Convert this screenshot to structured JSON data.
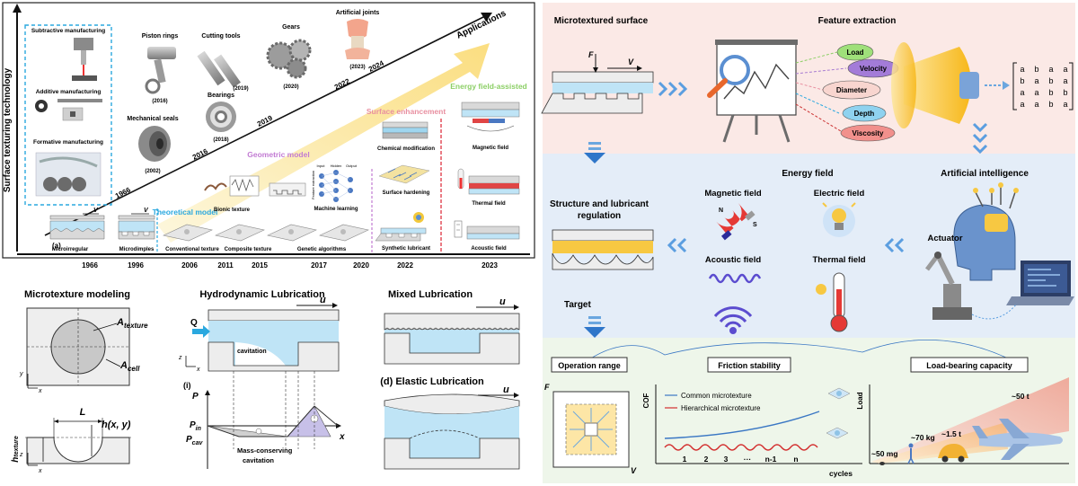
{
  "timeline": {
    "axis_title": "Surface texturing technology",
    "applications_label": "Applications",
    "panel_label": "(a)",
    "manufacturing": [
      "Subtractive manufacturing",
      "Additive manufacturing",
      "Formative manufacturing"
    ],
    "applications": [
      {
        "name": "Piston rings",
        "year": "(2016)"
      },
      {
        "name": "Mechanical seals",
        "year": "(2002)"
      },
      {
        "name": "Cutting tools",
        "year": "(2019)"
      },
      {
        "name": "Bearings",
        "year": "(2018)"
      },
      {
        "name": "Gears",
        "year": "(2020)"
      },
      {
        "name": "Artificial joints",
        "year": "(2023)"
      }
    ],
    "diag_years": [
      "1966",
      "2016",
      "2019",
      "2022",
      "2024"
    ],
    "stages": [
      "Theoretical model",
      "Geometric model",
      "Surface enhancement",
      "Energy field-assisted"
    ],
    "items": [
      "Microirregular",
      "Microdimples",
      "Conventional texture",
      "Composite texture",
      "Genetic algorithms",
      "Synthetic lubricant",
      "Acoustic field",
      "Bionic texture",
      "Machine learning",
      "Chemical modification",
      "Surface hardening",
      "Magnetic field",
      "Thermal field"
    ],
    "nn_labels": [
      "Input",
      "Hidden",
      "Output",
      "Feature extraction"
    ],
    "v_label": "V",
    "bottom_years": [
      "1966",
      "1996",
      "2006",
      "2011",
      "2015",
      "2017",
      "2020",
      "2022",
      "2023"
    ]
  },
  "modeling": {
    "title": "Microtexture modeling",
    "a_texture_main": "A",
    "a_texture_sub": "texture",
    "a_cell_main": "A",
    "a_cell_sub": "cell",
    "h_main": "h",
    "h_sub": "texture",
    "L": "L",
    "hxy": "h(x, y)",
    "axes": [
      "y",
      "x",
      "z",
      "x"
    ]
  },
  "hydro": {
    "title": "Hydrodynamic Lubrication",
    "Q": "Q",
    "u": "u",
    "cavitation": "cavitation",
    "panel": "(i)",
    "P": "P",
    "P_in_main": "P",
    "P_in_sub": "in",
    "P_cav_main": "P",
    "P_cav_sub": "cav",
    "x": "x",
    "mass_conserving": [
      "Mass-conserving",
      "cavitation"
    ],
    "axes": [
      "z",
      "x"
    ]
  },
  "mixed": {
    "title": "Mixed Lubrication",
    "u": "u"
  },
  "elastic": {
    "title": "(d) Elastic Lubrication",
    "u": "u"
  },
  "ai": {
    "microtextured_surface": "Microtextured surface",
    "F": "F",
    "V": "V",
    "feature_extraction": "Feature extraction",
    "features": [
      "Load",
      "Velocity",
      "Diameter",
      "Depth",
      "Viscosity"
    ],
    "matrix": [
      [
        "a",
        "b",
        "a",
        "a"
      ],
      [
        "b",
        "a",
        "b",
        "a"
      ],
      [
        "a",
        "a",
        "b",
        "b"
      ],
      [
        "a",
        "a",
        "b",
        "a"
      ]
    ],
    "energy_field": "Energy field",
    "artificial_intelligence": "Artificial intelligence",
    "structure_regulation": [
      "Structure and lubricant",
      "regulation"
    ],
    "fields": [
      "Magnetic field",
      "Electric field",
      "Acoustic field",
      "Thermal field"
    ],
    "actuator": "Actuator",
    "target": "Target",
    "magnet_letters": [
      "N",
      "S"
    ],
    "targets": [
      "Operation range",
      "Friction stability",
      "Load-bearing capacity"
    ],
    "F2": "F",
    "V2": "V",
    "cof_label": "COF",
    "legend": [
      "Common microtexture",
      "Hierarchical microtexture"
    ],
    "cycle_ticks": [
      "1",
      "2",
      "3",
      "···",
      "n-1",
      "n"
    ],
    "cycles": "cycles",
    "load_label": "Load",
    "loads": [
      "~50 mg",
      "~70 kg",
      "~1.5 t",
      "~50 t"
    ]
  },
  "colors": {
    "lube_blue": "#bfe4f6",
    "top_panel": "#fbe9e6",
    "mid_panel": "#e4edf8",
    "bot_panel": "#eef6ea",
    "arrow_yellow": "#fbe39a",
    "theoretical": "#2aa8df",
    "geometric": "#c27bd3",
    "enhancement": "#e88fa0",
    "energy": "#8ccf66"
  }
}
